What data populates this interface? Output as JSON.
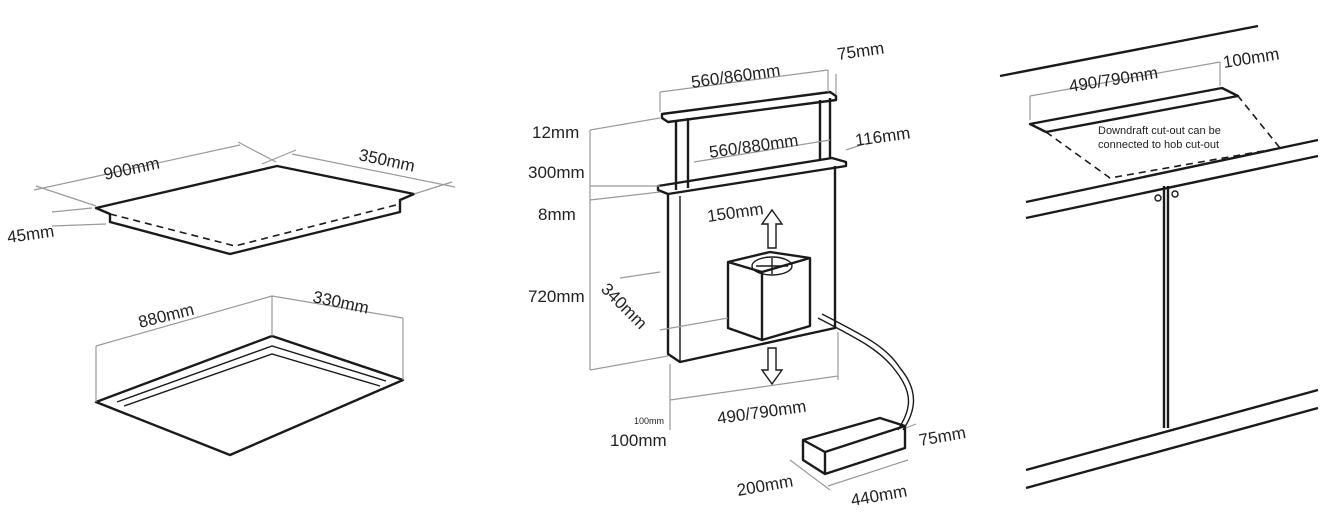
{
  "colors": {
    "line": "#1a1a1a",
    "dimension": "#9a9a9a",
    "background": "#ffffff"
  },
  "hob": {
    "width": "900mm",
    "depth": "350mm",
    "height": "45mm"
  },
  "hob_cutout": {
    "width": "880mm",
    "depth": "330mm"
  },
  "downdraft": {
    "top_width": "560/860mm",
    "top_depth": "75mm",
    "top_thickness": "12mm",
    "rise_height": "300mm",
    "flange_thickness": "8mm",
    "inner_width": "560/880mm",
    "inner_depth": "116mm",
    "body_height": "720mm",
    "fan_outlet": "150mm",
    "motor_depth": "340mm",
    "base_width": "490/790mm",
    "offset_small": "100mm",
    "offset": "100mm",
    "box_height": "75mm",
    "box_depth": "200mm",
    "box_width": "440mm"
  },
  "worktop": {
    "cutout_width": "490/790mm",
    "cutout_depth": "100mm",
    "note_line1": "Downdraft cut-out can be",
    "note_line2": "connected to hob cut-out"
  }
}
